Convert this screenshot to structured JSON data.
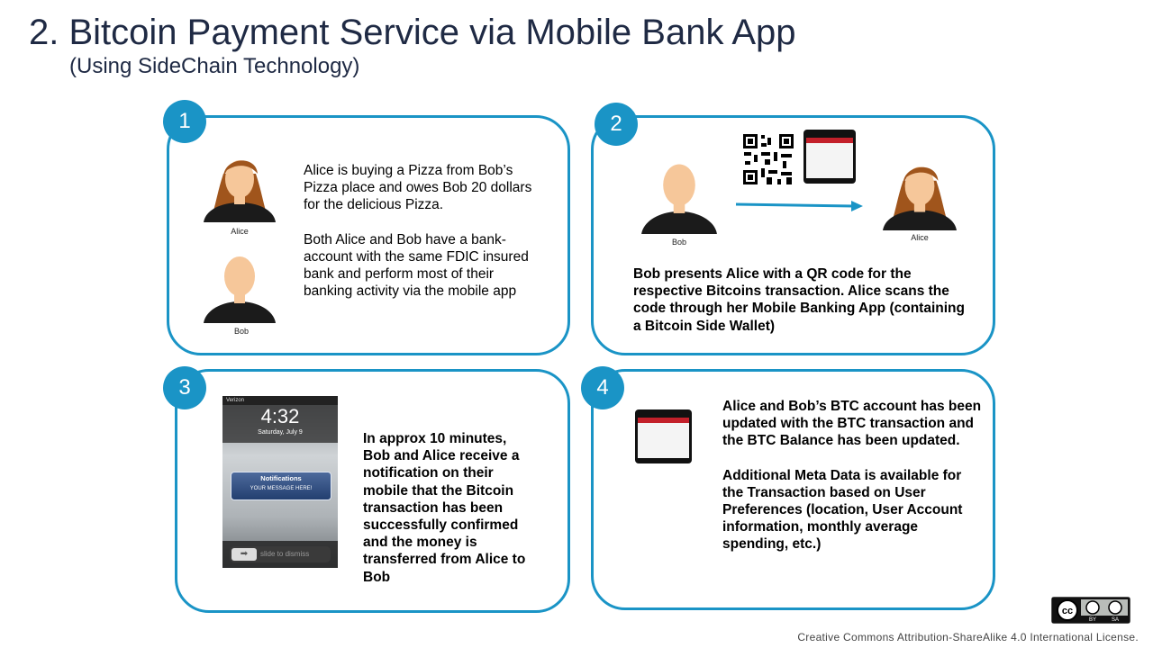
{
  "title": "2. Bitcoin Payment Service via Mobile Bank App",
  "subtitle": "(Using SideChain Technology)",
  "steps": [
    {
      "number": "1",
      "people": [
        "Alice",
        "Bob"
      ],
      "paragraphs": [
        "Alice is buying a Pizza from Bob’s Pizza place and owes Bob 20 dollars for the delicious Pizza.",
        "Both Alice and Bob have a bank-account with the same FDIC insured bank and perform most of their banking activity via the mobile app"
      ]
    },
    {
      "number": "2",
      "people": [
        "Bob",
        "Alice"
      ],
      "text": "Bob presents Alice with a QR code for the respective Bitcoins transaction. Alice scans the code through her Mobile Banking App (containing a Bitcoin Side Wallet)"
    },
    {
      "number": "3",
      "lockscreen": {
        "carrier": "Verizon",
        "time": "4:32",
        "date": "Saturday, July 9",
        "notification_title": "Notifications",
        "notification_message": "YOUR MESSAGE HERE!",
        "slide_text": "slide to dismiss"
      },
      "text": "In approx 10 minutes, Bob  and Alice receive a notification on their mobile  that the Bitcoin transaction has been successfully confirmed and the money is transferred from Alice to Bob"
    },
    {
      "number": "4",
      "paragraphs": [
        "Alice and Bob’s BTC account has been updated with the BTC transaction and the BTC Balance has been updated.",
        "Additional Meta Data is available for the Transaction based on User Preferences (location, User Account information,  monthly average spending, etc.)"
      ]
    }
  ],
  "license": {
    "badge_icon": "cc-by-sa-icon",
    "badge_labels": [
      "BY",
      "SA"
    ],
    "text": "Creative  Commons  Attribution-ShareAlike  4.0  International  License."
  },
  "colors": {
    "accent": "#1a94c6",
    "title": "#1f2a44",
    "skin": "#f6c79a",
    "hair": "#a0551c"
  }
}
